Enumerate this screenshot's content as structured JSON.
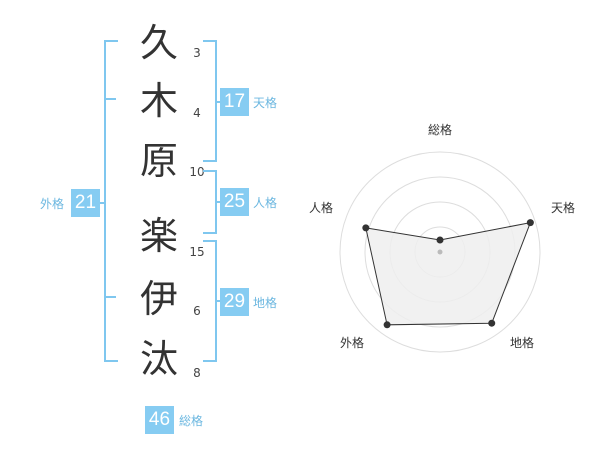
{
  "name": {
    "characters": [
      {
        "char": "久",
        "strokes": "3"
      },
      {
        "char": "木",
        "strokes": "4"
      },
      {
        "char": "原",
        "strokes": "10"
      },
      {
        "char": "楽",
        "strokes": "15"
      },
      {
        "char": "伊",
        "strokes": "6"
      },
      {
        "char": "汰",
        "strokes": "8"
      }
    ]
  },
  "scores": {
    "tenkaku": {
      "value": "17",
      "label": "天格"
    },
    "jinkaku": {
      "value": "25",
      "label": "人格"
    },
    "chikaku": {
      "value": "29",
      "label": "地格"
    },
    "gaikaku": {
      "value": "21",
      "label": "外格"
    },
    "soukaku": {
      "value": "46",
      "label": "総格"
    }
  },
  "colors": {
    "accent": "#86ccf2",
    "bracket": "#7fc7ef",
    "radar_fill": "#efefef",
    "radar_stroke": "#333333"
  },
  "chart_data": {
    "type": "radar",
    "axes": [
      "総格",
      "天格",
      "地格",
      "外格",
      "人格"
    ],
    "levels": 4,
    "range": [
      0,
      1
    ],
    "values": [
      0.12,
      0.95,
      0.88,
      0.9,
      0.78
    ]
  }
}
